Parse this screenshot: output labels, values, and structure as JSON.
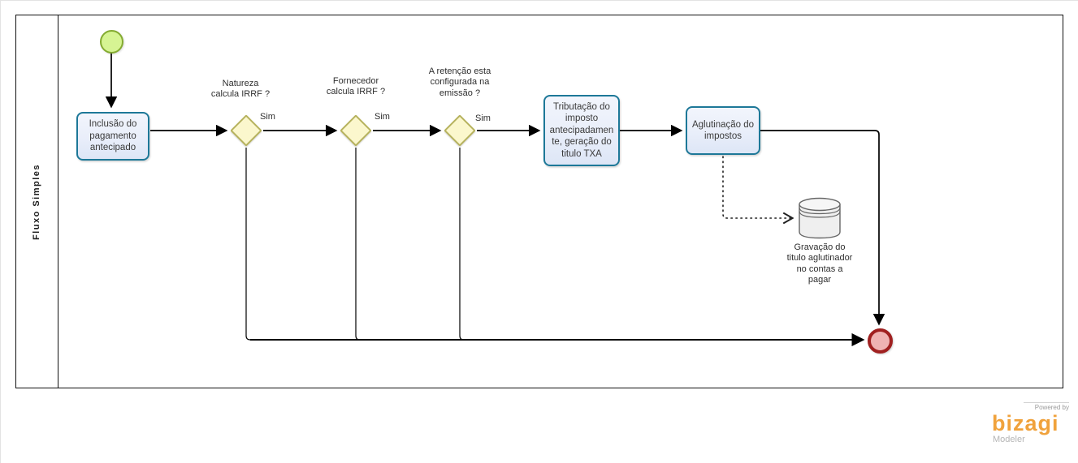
{
  "lane": {
    "label": "Fluxo Simples"
  },
  "nodes": {
    "start": {
      "type": "start-event"
    },
    "inclusao": {
      "label": "Inclusão do\npagamento\nantecipado"
    },
    "gw_natureza": {
      "label": "Natureza\ncalcula IRRF ?"
    },
    "gw_fornecedor": {
      "label": "Fornecedor\ncalcula IRRF ?"
    },
    "gw_retencao": {
      "label": "A retenção esta\nconfigurada na\nemissão ?"
    },
    "tributacao": {
      "label": "Tributação do\nimposto\nantecipadamen\nte, geração do\ntitulo TXA"
    },
    "aglutinacao": {
      "label": "Aglutinação do\nimpostos"
    },
    "datastore": {
      "label": "Gravação do\ntitulo aglutinador\nno contas a\npagar"
    },
    "end": {
      "type": "end-event"
    }
  },
  "edges": {
    "gw_natureza_yes": "Sim",
    "gw_fornecedor_yes": "Sim",
    "gw_retencao_yes": "Sim"
  },
  "branding": {
    "powered_by": "Powered by",
    "logo": "bizagi",
    "product": "Modeler"
  },
  "colors": {
    "start_fill": "#d6f493",
    "start_border": "#84ab31",
    "task_fill": "#e9eefa",
    "task_border": "#1d7898",
    "gateway_fill": "#fbf7cd",
    "gateway_border": "#b6b25d",
    "end_fill": "#efb3b3",
    "end_border": "#a02020",
    "datastore_fill": "#efefef",
    "datastore_border": "#666666",
    "connector": "#000000",
    "brand_orange": "#f0a23c",
    "brand_gray": "#9a9a9a"
  }
}
